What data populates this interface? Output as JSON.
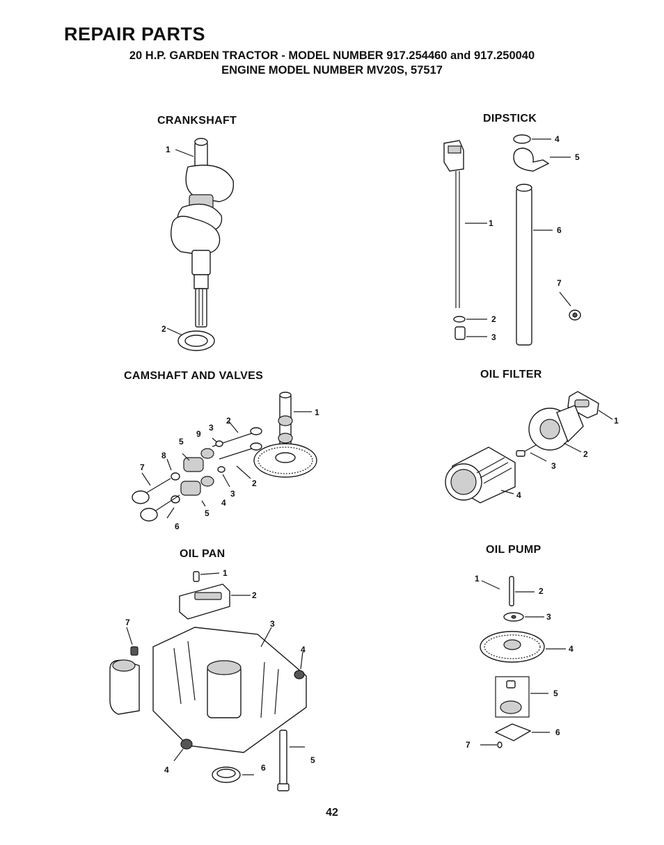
{
  "header": {
    "title": "REPAIR PARTS",
    "subtitle_line1": "20 H.P. GARDEN TRACTOR - MODEL NUMBER 917.254460 and 917.250040",
    "subtitle_line2": "ENGINE MODEL NUMBER MV20S, 57517"
  },
  "sections": {
    "crankshaft": {
      "title": "CRANKSHAFT",
      "callouts": [
        "1",
        "2"
      ]
    },
    "dipstick": {
      "title": "DIPSTICK",
      "callouts": [
        "4",
        "5",
        "1",
        "6",
        "7",
        "2",
        "3"
      ]
    },
    "camshaft": {
      "title": "CAMSHAFT AND VALVES",
      "callouts": [
        "1",
        "2",
        "3",
        "9",
        "5",
        "8",
        "7",
        "2",
        "3",
        "4",
        "5",
        "6"
      ]
    },
    "oil_filter": {
      "title": "OIL FILTER",
      "callouts": [
        "1",
        "2",
        "3",
        "4"
      ]
    },
    "oil_pan": {
      "title": "OIL PAN",
      "callouts": [
        "1",
        "2",
        "7",
        "3",
        "4",
        "4",
        "6",
        "5"
      ]
    },
    "oil_pump": {
      "title": "OIL PUMP",
      "callouts": [
        "1",
        "2",
        "3",
        "4",
        "5",
        "6",
        "7"
      ]
    }
  },
  "footer": {
    "page_number": "42"
  }
}
